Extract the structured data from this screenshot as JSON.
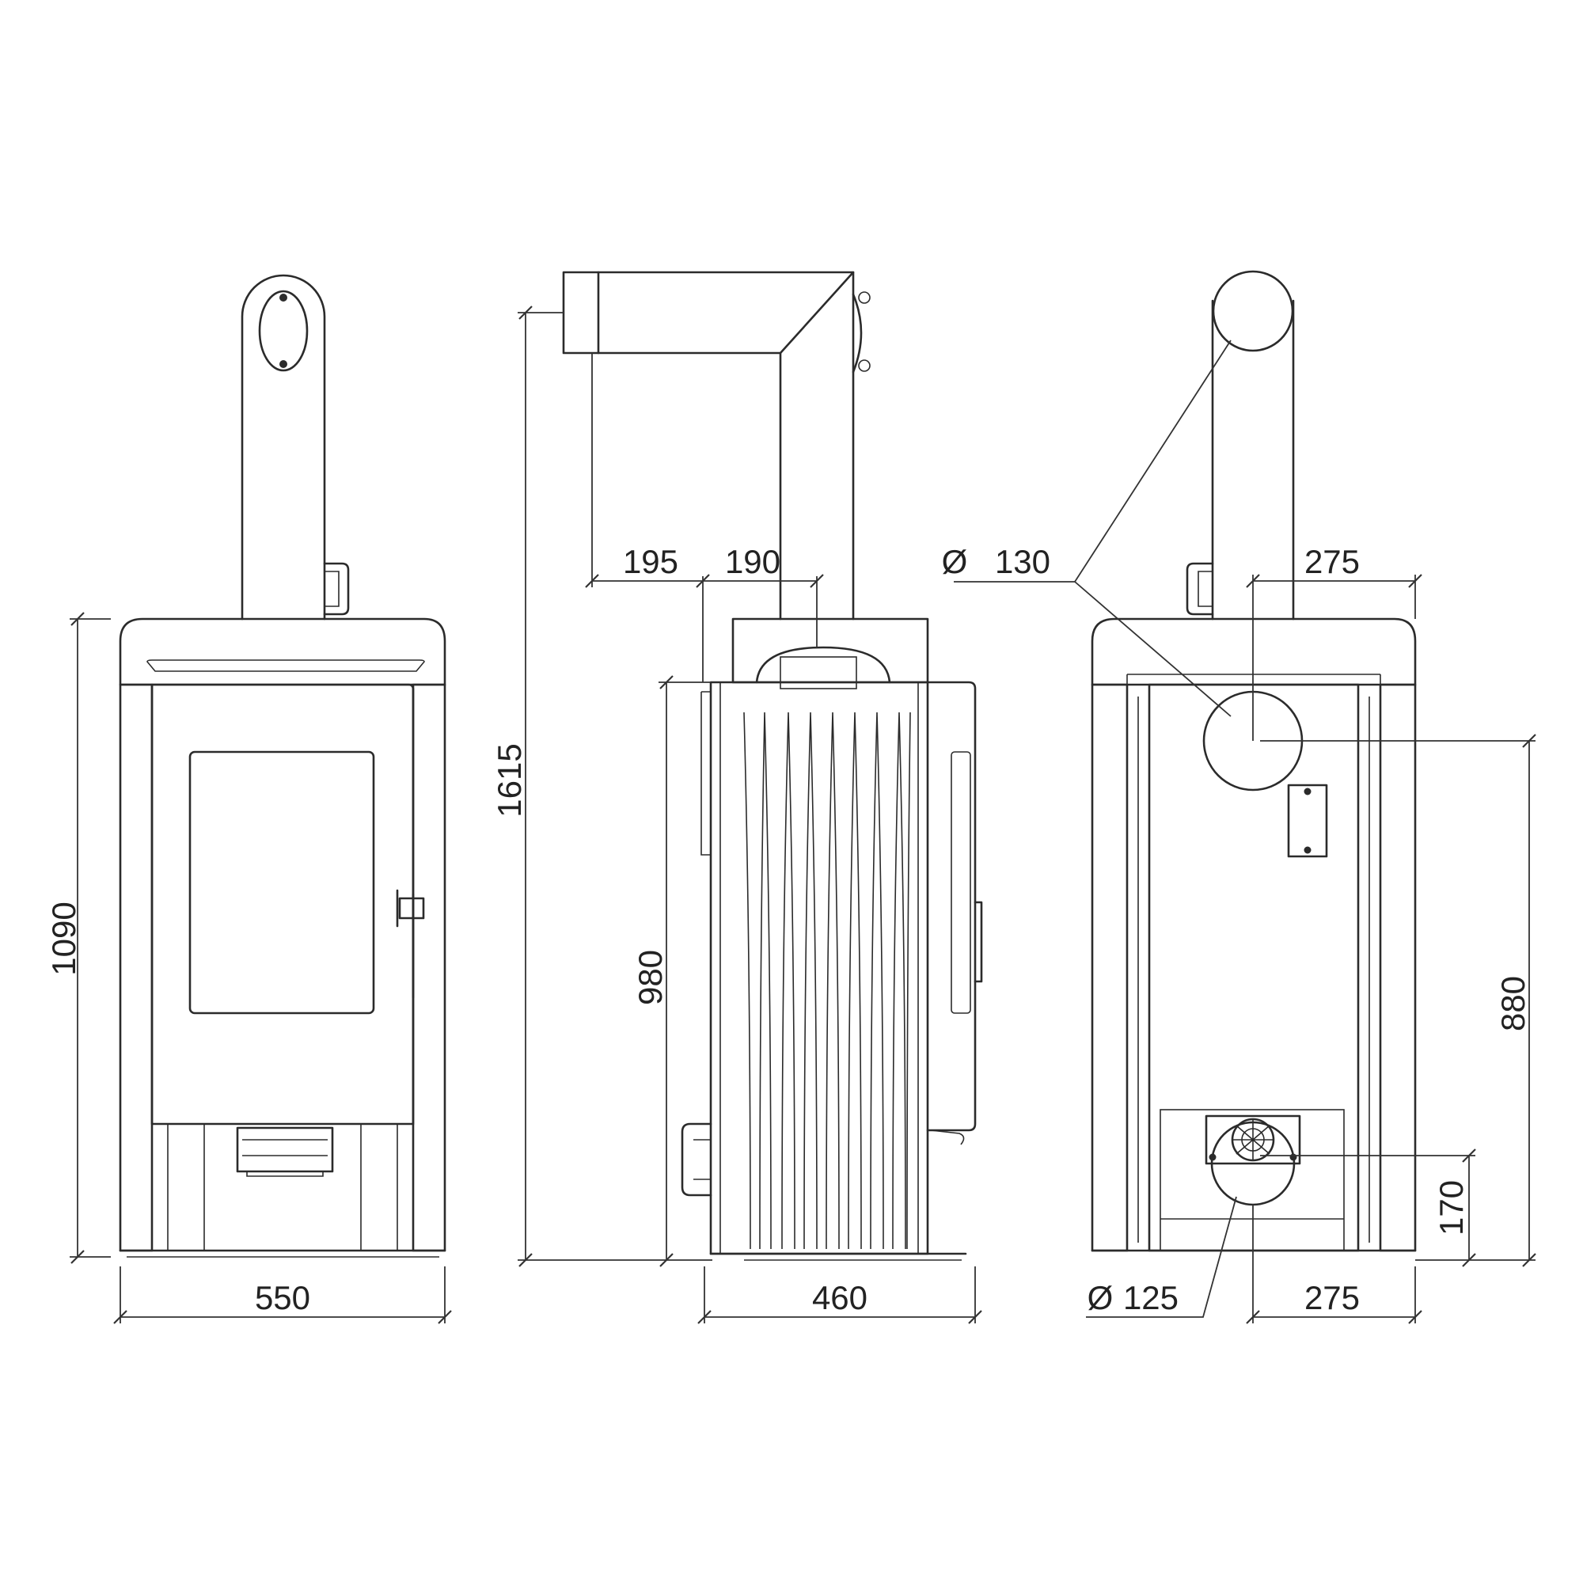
{
  "dimensions": {
    "front_height": "1090",
    "front_width": "550",
    "total_height": "1615",
    "side_height": "980",
    "side_width": "460",
    "flue_offset_rear": "195",
    "flue_offset_front": "190",
    "flue_diameter_top": "130",
    "rear_flue_offset_top": "275",
    "rear_flue_height": "880",
    "air_inlet_diameter": "125",
    "air_inlet_height": "170",
    "rear_inlet_offset_bottom": "275",
    "diameter_symbol": "Ø"
  }
}
